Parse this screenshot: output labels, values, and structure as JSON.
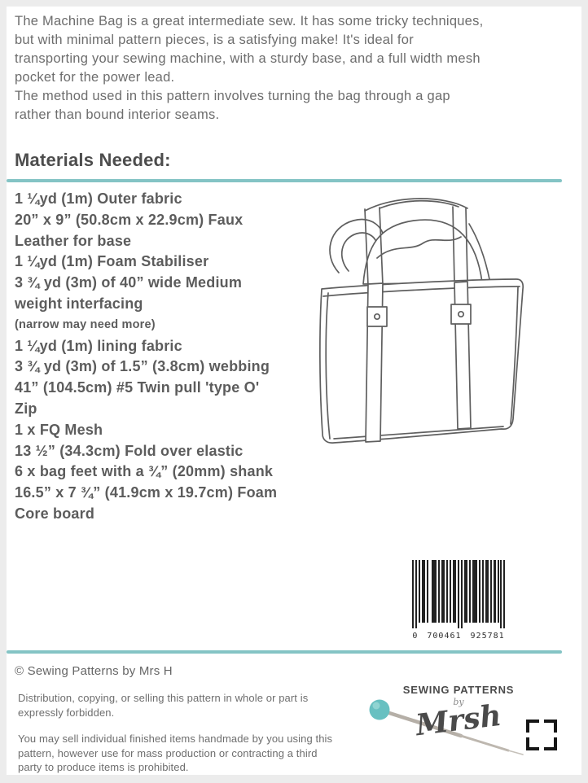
{
  "intro": {
    "lines": [
      "The Machine Bag is a great intermediate sew. It has some tricky techniques,",
      "but with minimal pattern pieces, is a satisfying make! It's ideal for",
      "transporting your sewing machine, with a sturdy base, and a full width mesh",
      "pocket for the power lead.",
      "The method used in this pattern involves turning the bag through a gap",
      "rather than bound interior seams."
    ]
  },
  "materials": {
    "heading": "Materials Needed:",
    "lines": [
      "1 ¼yd (1m) Outer fabric",
      "20” x 9” (50.8cm x 22.9cm) Faux",
      "Leather for base",
      "1 ¼yd (1m) Foam Stabiliser",
      "3 ¾ yd (3m) of 40” wide Medium",
      "weight interfacing",
      "(narrow may need more)",
      "1 ¼yd (1m) lining fabric",
      "3 ¾ yd (3m) of 1.5” (3.8cm) webbing",
      "41” (104.5cm) #5 Twin pull 'type O'",
      "Zip",
      "1 x FQ Mesh",
      "13 ½” (34.3cm) Fold over elastic",
      "6 x bag feet with a ¾” (20mm) shank",
      "16.5” x 7 ¾” (41.9cm x 19.7cm) Foam",
      "Core board"
    ]
  },
  "illustration": {
    "name": "machine-bag-line-drawing"
  },
  "barcode": {
    "number": "0 700461 925781"
  },
  "footer": {
    "copyright": "© Sewing Patterns by Mrs H",
    "legal1_lines": [
      "Distribution, copying, or selling this pattern in whole or part is",
      "expressly forbidden."
    ],
    "legal2_lines": [
      "You may sell individual finished items handmade by you using this",
      "pattern, however use for mass production or contracting a third",
      "party to produce items is prohibited."
    ],
    "logo": {
      "top": "SEWING PATTERNS",
      "by": "by",
      "script": "Mrsh"
    }
  },
  "colors": {
    "accent_teal": "#84c4c5",
    "pin_teal": "#68c0c1",
    "text_gray": "#6d6d6d",
    "dark_gray": "#4a4a4a"
  }
}
